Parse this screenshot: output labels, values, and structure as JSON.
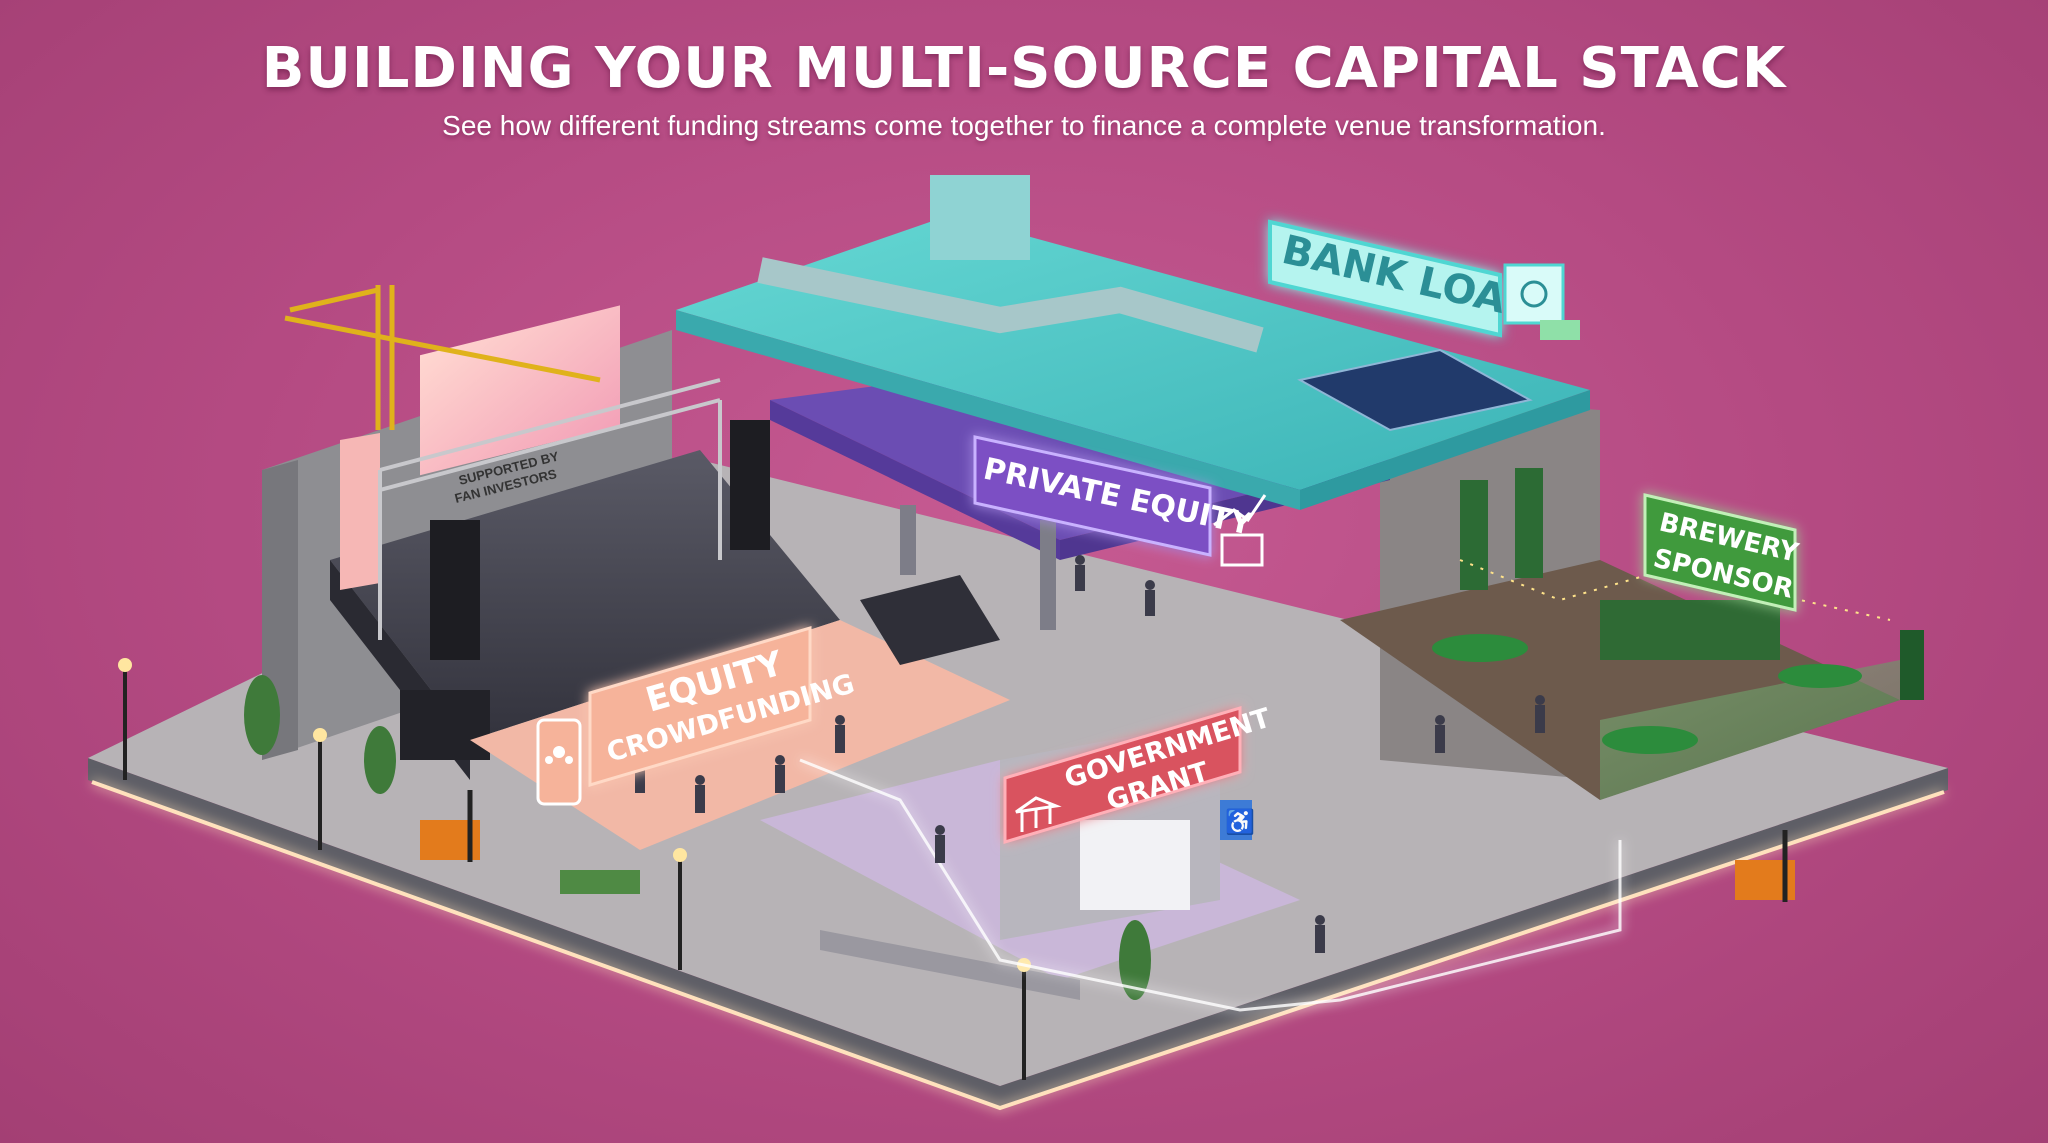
{
  "header": {
    "title": "BUILDING YOUR MULTI-SOURCE CAPITAL STACK",
    "subtitle": "See how different funding streams come together to finance a complete venue transformation."
  },
  "signs": {
    "bank_loan": "BANK LOAN",
    "private_equity": "PRIVATE EQUITY",
    "equity_crowdfunding_line1": "EQUITY",
    "equity_crowdfunding_line2": "CROWDFUNDING",
    "government_grant_line1": "GOVERNMENT",
    "government_grant_line2": "GRANT",
    "brewery_sponsor_line1": "BREWERY",
    "brewery_sponsor_line2": "SPONSOR",
    "stage_screen_line1": "SUPPORTED BY",
    "stage_screen_line2": "FAN INVESTORS"
  },
  "colors": {
    "background": "#b44a82",
    "bank_loan": "#4fd6d2",
    "private_equity": "#7b4fc4",
    "equity_crowdfunding": "#f0a58a",
    "government_grant": "#d9525e",
    "brewery_sponsor": "#3f9a3c",
    "platform_glow": "#ffd9b0"
  },
  "icons": {
    "bank_loan": "safe-icon",
    "private_equity": "briefcase-growth-icon",
    "equity_crowdfunding": "phone-people-icon",
    "government_grant": "building-columns-icon",
    "accessibility": "wheelchair-icon"
  }
}
